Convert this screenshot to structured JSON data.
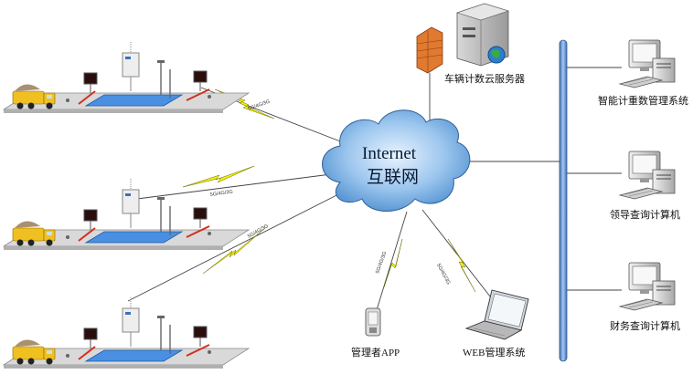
{
  "cloud": {
    "line1": "Internet",
    "line2": "互联网"
  },
  "server": {
    "label": "车辆计数云服务器",
    "icon": "server-icon"
  },
  "firewall": {
    "icon": "firewall-icon"
  },
  "computers": [
    {
      "label": "智能计重数管理系统",
      "icon": "computer-icon"
    },
    {
      "label": "领导查询计算机",
      "icon": "computer-icon"
    },
    {
      "label": "财务查询计算机",
      "icon": "computer-icon"
    }
  ],
  "phone": {
    "label": "管理者APP",
    "icon": "phone-icon"
  },
  "laptop": {
    "label": "WEB管理系统",
    "icon": "laptop-icon"
  },
  "links": {
    "station1": "5G/4G/3G",
    "station2": "5G/4G/3G",
    "station3": "5G/4G/3G",
    "phone": "5G/4G/3G",
    "laptop": "5G/4G/3G"
  },
  "stations": [
    {
      "icon": "weighbridge-station-icon"
    },
    {
      "icon": "weighbridge-station-icon"
    },
    {
      "icon": "weighbridge-station-icon"
    }
  ],
  "colors": {
    "cloud_fill": "#6fa8dc",
    "bus": "#5b8fd0",
    "lightning": "#f3f000",
    "platform": "#4a90e2",
    "truck": "#f0c020"
  }
}
